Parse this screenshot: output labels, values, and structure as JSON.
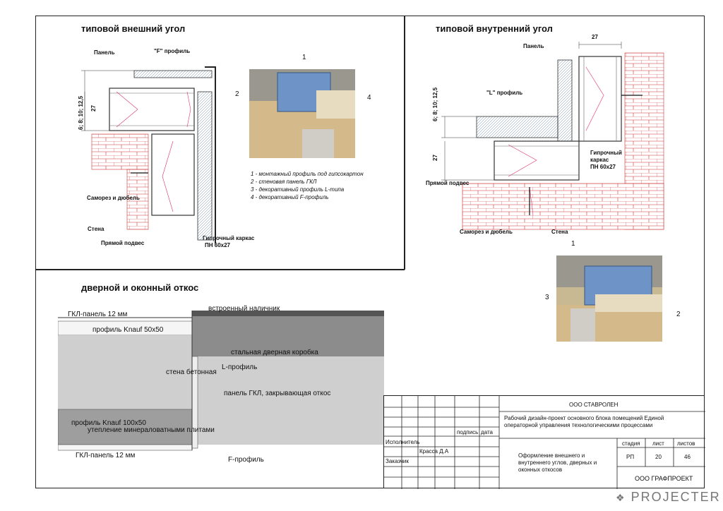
{
  "titles": {
    "ext": "типовой внешний угол",
    "int": "типовой внутренний угол",
    "slope": "дверной и оконный откос"
  },
  "ext_labels": {
    "panel": "Панель",
    "f_profile": "\"F\" профиль",
    "dim1": "6; 8; 10; 12,5",
    "dim2": "27",
    "screw": "Саморез и дюбель",
    "wall": "Стена",
    "hanger": "Прямой подвес",
    "frame1": "Гипрочный каркас",
    "frame2": "ПН 60х27"
  },
  "int_labels": {
    "dim_top": "27",
    "panel": "Панель",
    "l_profile": "\"L\" профиль",
    "dim1": "6; 8; 10; 12,5",
    "dim2": "27",
    "frame1": "Гипрочный",
    "frame2": "каркас",
    "frame3": "ПН 60х27",
    "hanger": "Прямой подвес",
    "screw": "Саморез и дюбель",
    "wall": "Стена"
  },
  "legend": [
    "1 - монтажный профиль под гипсокартон",
    "2 - стеновая панель ГКЛ",
    "3 - декоративный профиль L-типа",
    "4 - декоративный F-профиль"
  ],
  "photo_nums": {
    "p1": [
      "1",
      "2",
      "4"
    ],
    "p2": [
      "1",
      "3",
      "2"
    ]
  },
  "slope_labels": {
    "gkl_top": "ГКЛ-панель 12 мм",
    "casing": "встроенный наличник",
    "knauf50": "профиль Knauf 50x50",
    "steel": "стальная дверная коробка",
    "concrete": "стена бетонная",
    "l_profile": "L-профиль",
    "gkl_slope": "панель ГКЛ, закрывающая откос",
    "knauf100": "профиль Knauf 100x50",
    "insulation": "утепление минераловатными плитами",
    "gkl_bottom": "ГКЛ-панель 12 мм",
    "f_profile": "F-профиль"
  },
  "titleblock": {
    "company": "ООО СТАВРОЛЕН",
    "project": "Рабочий дизайн-проект основного блока помещений Единой операторной управления технологическими процессами",
    "sign": "подпись",
    "date": "дата",
    "executor": "Исполнитель",
    "executor_name": "Красса Д.А",
    "customer": "Заказчик",
    "sheet_title": "Оформление внешнего и внутреннего углов, дверных и оконных откосов",
    "stage_h": "стадия",
    "sheet_h": "лист",
    "sheets_h": "листов",
    "stage": "РП",
    "sheet": "20",
    "sheets": "46",
    "org": "ООО ГРАФПРОЕКТ"
  },
  "watermark": "PROJECTER"
}
